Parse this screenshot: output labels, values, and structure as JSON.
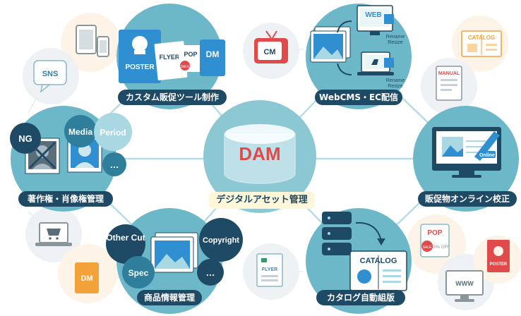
{
  "colors": {
    "hub": "#6cb8c9",
    "hub_ring": "#a9d7e1",
    "center": "#8cc7d4",
    "dark_navy": "#1f4a66",
    "circle_teal": "#2f7f9c",
    "circle_light": "#a9d8e3",
    "accent_red": "#e04a4a",
    "accent_orange": "#f3a23a",
    "accent_blue": "#2f8fd1",
    "peripheral_bg": "#fdf3e7"
  },
  "center": {
    "title": "DAM",
    "label": "デジタルアセット管理"
  },
  "hubs": {
    "custom_promo": {
      "label": "カスタム販促ツール制作",
      "items": [
        "POSTER",
        "FLYER",
        "POP",
        "SALE",
        "DM"
      ]
    },
    "webcms": {
      "label": "WebCMS・EC配信",
      "items": [
        "WEB",
        "Rename",
        "Resize",
        "Rename",
        "Resize"
      ]
    },
    "copyright": {
      "label": "著作権・肖像権管理",
      "bubbles": [
        "NG",
        "Media",
        "Period",
        "…"
      ]
    },
    "online_proof": {
      "label": "販促物オンライン校正",
      "badge": "Online"
    },
    "product_info": {
      "label": "商品情報管理",
      "bubbles": [
        "Other Cut",
        "Copyright",
        "Spec",
        "…"
      ]
    },
    "catalog": {
      "label": "カタログ自動組版",
      "items": [
        "CATALOG"
      ]
    }
  },
  "peripherals": {
    "devices_icon": "tablet-phone-icon",
    "sns": "SNS",
    "tv": "CM",
    "catalog_book": "CATALOG",
    "manual": "MANUAL",
    "laptop_icon": "laptop-cart-icon",
    "dm": "DM",
    "flyer": "FLYER",
    "pop": "POP",
    "sale": "SALE",
    "off": "50% OFF",
    "poster": "POSTER",
    "www": "WWW"
  }
}
